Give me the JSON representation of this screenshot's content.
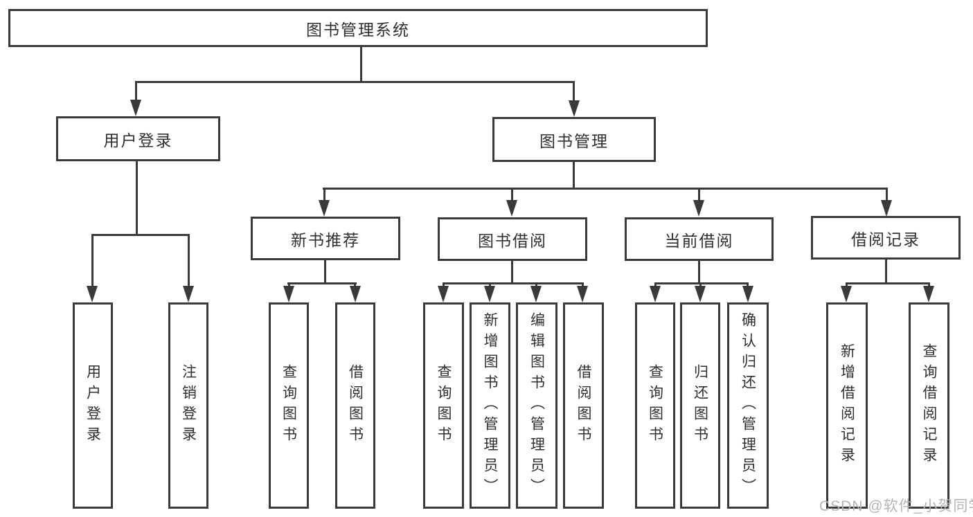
{
  "diagram": {
    "title_node": "图书管理系统",
    "root": {
      "label": "图书管理系统"
    },
    "level2": [
      {
        "label": "用户登录"
      },
      {
        "label": "图书管理"
      }
    ],
    "level3": [
      {
        "label": "新书推荐"
      },
      {
        "label": "图书借阅"
      },
      {
        "label": "当前借阅"
      },
      {
        "label": "借阅记录"
      }
    ],
    "leaves": {
      "login": [
        "用户登录",
        "注销登录"
      ],
      "recommend": [
        "查询图书",
        "借阅图书"
      ],
      "borrow": [
        "查询图书",
        "新增图书（管理员）",
        "编辑图书（管理员）",
        "借阅图书"
      ],
      "current": [
        "查询图书",
        "归还图书",
        "确认归还（管理员）"
      ],
      "records": [
        "新增借阅记录",
        "查询借阅记录"
      ]
    }
  },
  "watermark": {
    "text": "CSDN @软件_小贺同学",
    "color": "#b4b4b4"
  },
  "colors": {
    "line": "#3a3a3a",
    "border": "#3a3a3a",
    "text": "#2f2f2f",
    "background": "#ffffff"
  }
}
